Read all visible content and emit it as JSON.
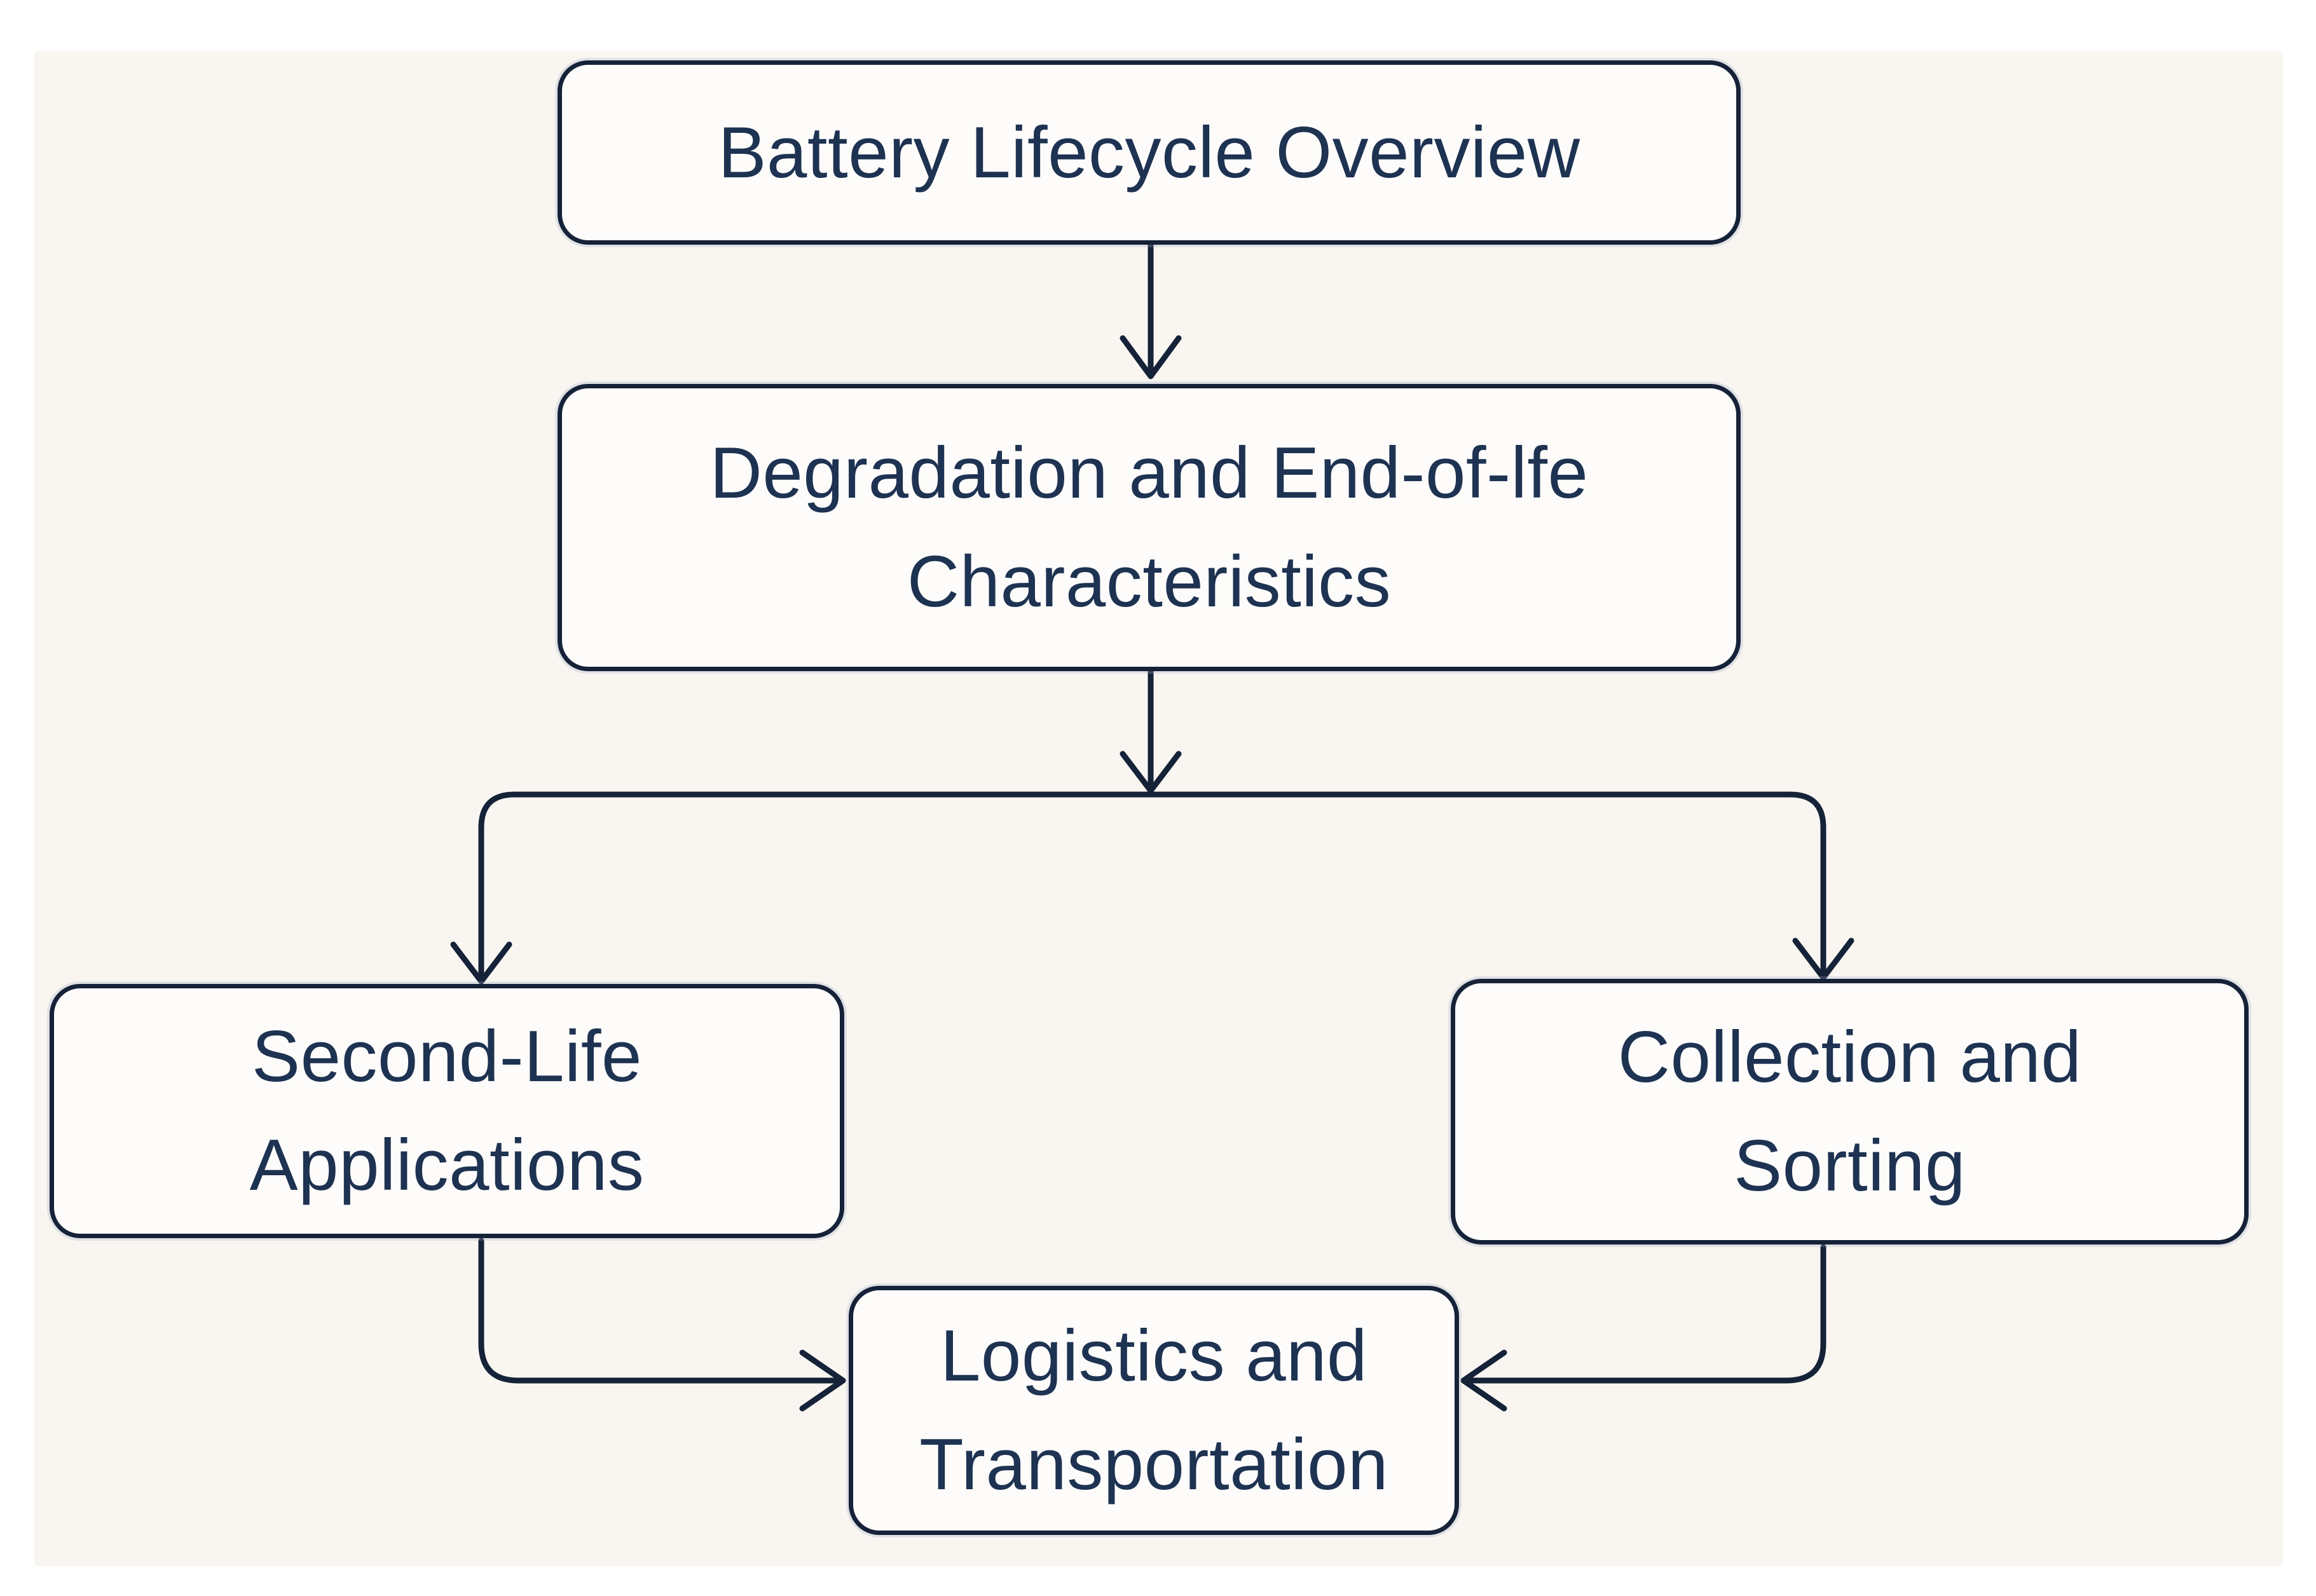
{
  "diagram": {
    "type": "flowchart",
    "nodes": [
      {
        "id": "overview",
        "label": "Battery Lifecycle Overview"
      },
      {
        "id": "degradation",
        "label": "Degradation and End-of-lfe\nCharacteristics"
      },
      {
        "id": "secondlife",
        "label": "Second-Life\nApplications"
      },
      {
        "id": "collection",
        "label": "Collection and\nSorting"
      },
      {
        "id": "logistics",
        "label": "Logistics and\nTransportation"
      }
    ],
    "edges": [
      {
        "from": "overview",
        "to": "degradation"
      },
      {
        "from": "degradation",
        "to": "secondlife"
      },
      {
        "from": "degradation",
        "to": "collection"
      },
      {
        "from": "secondlife",
        "to": "logistics"
      },
      {
        "from": "collection",
        "to": "logistics"
      }
    ],
    "colors": {
      "line": "#152238",
      "node_border": "#152238",
      "node_fill": "#fdfcfa",
      "text": "#1e3252",
      "canvas_bg": "#f9f6f1",
      "page_bg": "#ffffff"
    }
  }
}
